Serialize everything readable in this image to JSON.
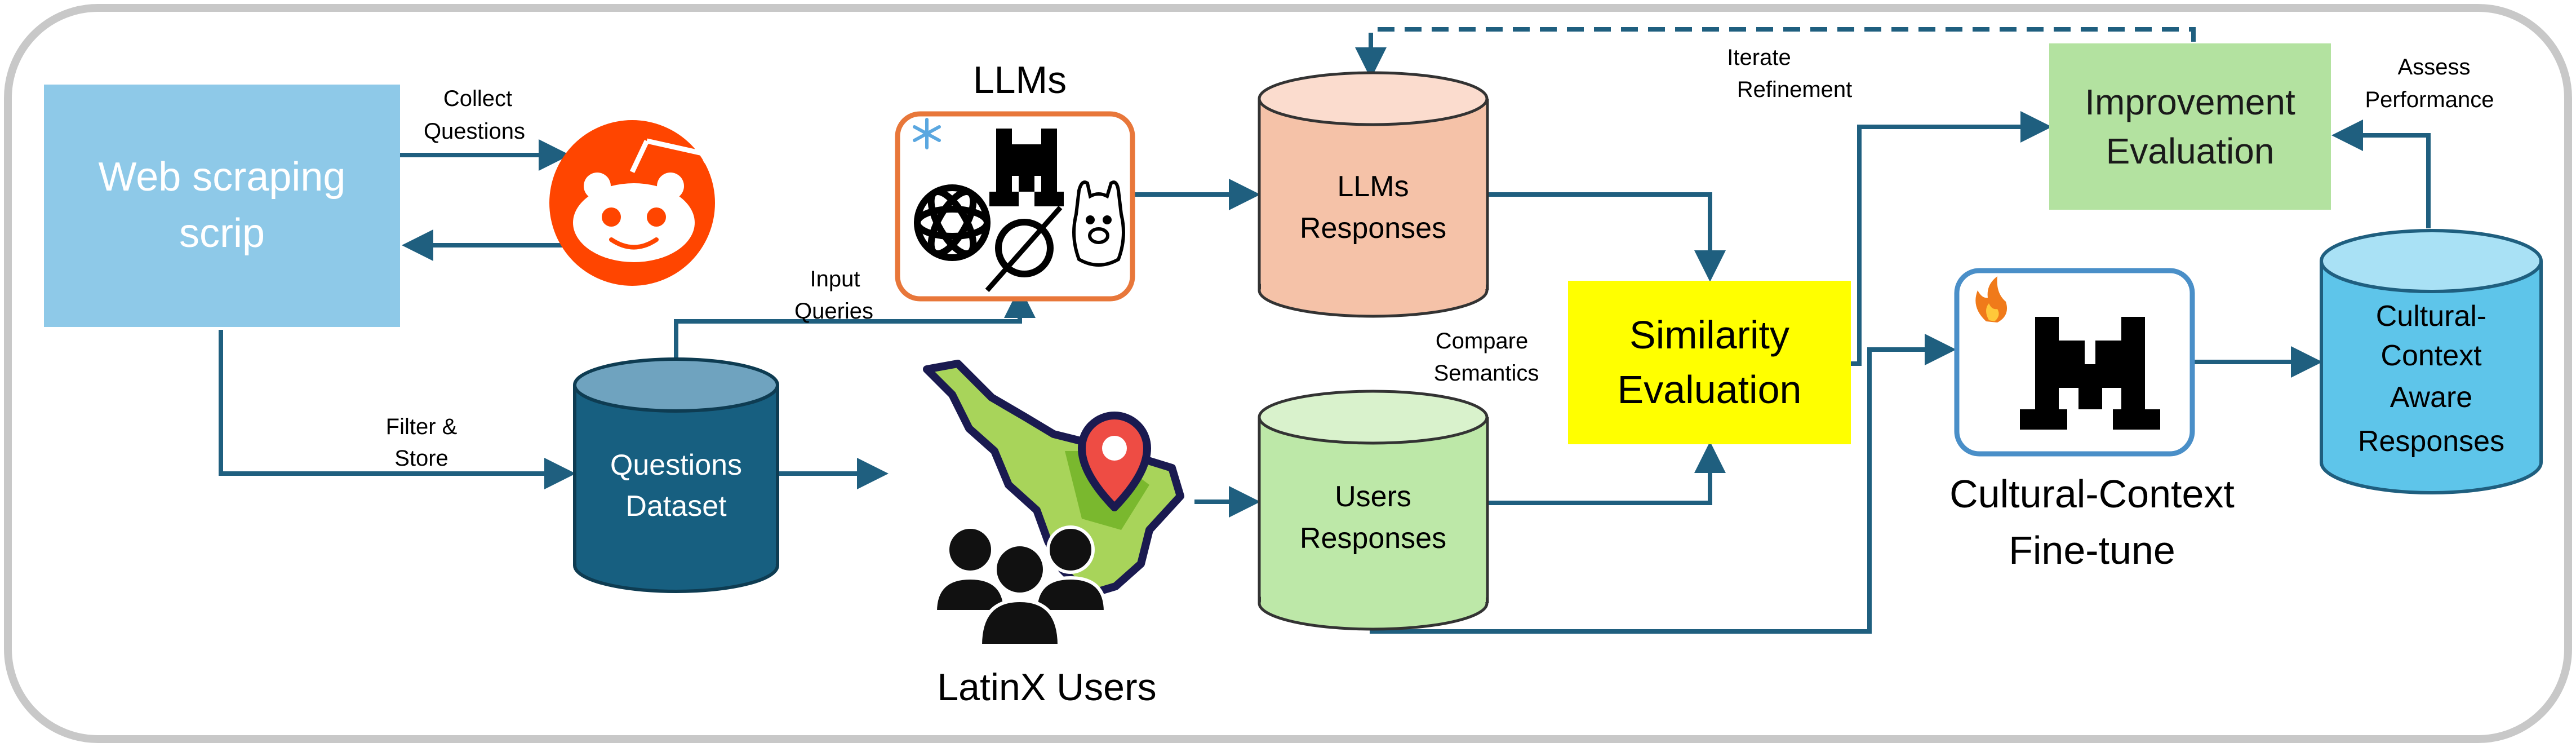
{
  "web_scraping": {
    "line1": "Web scraping",
    "line2": "scrip"
  },
  "collect_questions": {
    "line1": "Collect",
    "line2": "Questions"
  },
  "filter_store": {
    "line1": "Filter &",
    "line2": "Store"
  },
  "input_queries": {
    "line1": "Input",
    "line2": "Queries"
  },
  "questions_dataset": {
    "line1": "Questions",
    "line2": "Dataset"
  },
  "llms_title": "LLMs",
  "llms_responses": {
    "line1": "LLMs",
    "line2": "Responses"
  },
  "latinx_users": "LatinX Users",
  "users_responses": {
    "line1": "Users",
    "line2": "Responses"
  },
  "compare_semantics": {
    "line1": "Compare",
    "line2": "Semantics"
  },
  "similarity_evaluation": {
    "line1": "Similarity",
    "line2": "Evaluation"
  },
  "iterate_refinement": {
    "line1": "Iterate",
    "line2": "Refinement"
  },
  "improvement_evaluation": {
    "line1": "Improvement",
    "line2": "Evaluation"
  },
  "assess_performance": {
    "line1": "Assess",
    "line2": "Performance"
  },
  "fine_tune": {
    "line1": "Cultural-Context",
    "line2": "Fine-tune"
  },
  "cultural_responses": {
    "line1": "Cultural-",
    "line2": "Context",
    "line3": "Aware",
    "line4": "Responses"
  },
  "colors": {
    "arrow": "#1f5f7f",
    "web_box": "#8ec9e8",
    "dataset": "#175f80",
    "llm_db": "#f5c2a8",
    "users_db": "#bde8a8",
    "similarity": "#ffff00",
    "improvement": "#b3e2a0",
    "cultural_db": "#5ec5ea",
    "reddit": "#ff4500",
    "llm_frame": "#e8773a",
    "finetune_frame": "#4a8fc8"
  },
  "icons": [
    "reddit-icon",
    "snowflake-icon",
    "openai-icon",
    "mistral-icon",
    "perplexity-icon",
    "llama-icon",
    "location-pin-icon",
    "users-group-icon",
    "fire-icon"
  ]
}
